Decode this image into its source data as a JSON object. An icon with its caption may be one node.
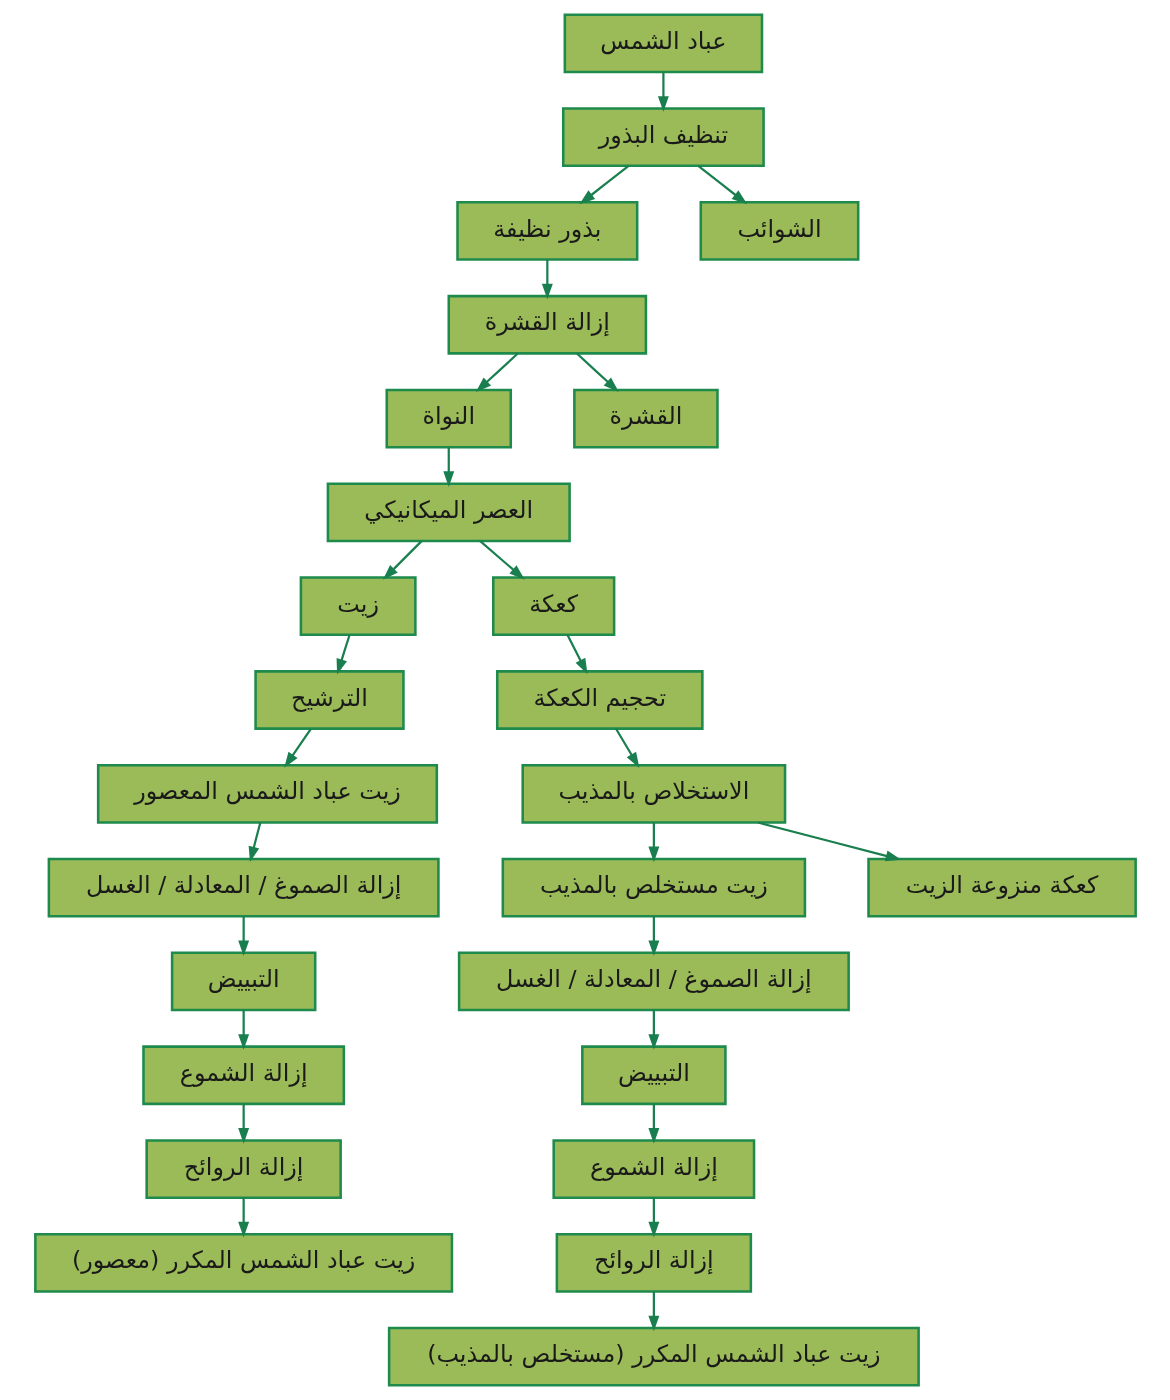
{
  "diagram": {
    "nodes": [
      {
        "text": [
          "عباد الشمس"
        ]
      },
      {
        "text": [
          "تنظيف البذور"
        ]
      },
      {
        "text": [
          "بذور نظيفة"
        ]
      },
      {
        "text": [
          "الشوائب"
        ]
      },
      {
        "text": [
          "إزالة القشرة"
        ]
      },
      {
        "text": [
          "النواة"
        ]
      },
      {
        "text": [
          "القشرة"
        ]
      },
      {
        "text": [
          "العصر الميكانيكي"
        ]
      },
      {
        "text": [
          "زيت"
        ]
      },
      {
        "text": [
          "كعكة"
        ]
      },
      {
        "text": [
          "الترشيح"
        ]
      },
      {
        "text": [
          "زيت عباد الشمس المعصور"
        ]
      },
      {
        "text": [
          "إزالة الصموغ / المعادلة / الغسل"
        ]
      },
      {
        "text": [
          "التبييض"
        ]
      },
      {
        "text": [
          "إزالة الشموع"
        ]
      },
      {
        "text": [
          "إزالة الروائح"
        ]
      },
      {
        "text": [
          "زيت عباد الشمس المكرر (معصور)"
        ]
      },
      {
        "text": [
          "تحجيم الكعكة"
        ]
      },
      {
        "text": [
          "الاستخلاص بالمذيب"
        ]
      },
      {
        "text": [
          "زيت مستخلص بالمذيب"
        ]
      },
      {
        "text": [
          "كعكة منزوعة الزيت"
        ]
      },
      {
        "text": [
          "إزالة الصموغ / المعادلة / الغسل"
        ]
      },
      {
        "text": [
          "التبييض"
        ]
      },
      {
        "text": [
          "إزالة الشموع"
        ]
      },
      {
        "text": [
          "إزالة الروائح"
        ]
      },
      {
        "text": [
          "زيت عباد الشمس المكرر (مستخلص بالمذيب)"
        ]
      }
    ],
    "edges": [
      {
        "from": 0,
        "to": 1,
        "arrow": "to"
      },
      {
        "from": 1,
        "to": 2,
        "arrow": "to"
      },
      {
        "from": 1,
        "to": 3,
        "arrow": "to"
      },
      {
        "from": 2,
        "to": 4,
        "arrow": "to"
      },
      {
        "from": 4,
        "to": 5,
        "arrow": "to"
      },
      {
        "from": 4,
        "to": 6,
        "arrow": "to"
      },
      {
        "from": 5,
        "to": 7,
        "arrow": "to"
      },
      {
        "from": 7,
        "to": 8,
        "arrow": "to"
      },
      {
        "from": 7,
        "to": 9,
        "arrow": "to"
      },
      {
        "from": 8,
        "to": 10,
        "arrow": "to"
      },
      {
        "from": 10,
        "to": 11,
        "arrow": "to"
      },
      {
        "from": 11,
        "to": 12,
        "arrow": "to"
      },
      {
        "from": 12,
        "to": 13,
        "arrow": "to"
      },
      {
        "from": 13,
        "to": 14,
        "arrow": "to"
      },
      {
        "from": 14,
        "to": 15,
        "arrow": "to"
      },
      {
        "from": 15,
        "to": 16,
        "arrow": "to"
      },
      {
        "from": 9,
        "to": 17,
        "arrow": "to"
      },
      {
        "from": 17,
        "to": 18,
        "arrow": "to"
      },
      {
        "from": 18,
        "to": 19,
        "arrow": "to"
      },
      {
        "from": 18,
        "to": 20,
        "arrow": "to"
      },
      {
        "from": 19,
        "to": 21,
        "arrow": "to"
      },
      {
        "from": 21,
        "to": 22,
        "arrow": "to"
      },
      {
        "from": 22,
        "to": 23,
        "arrow": "to"
      },
      {
        "from": 23,
        "to": 24,
        "arrow": "to"
      },
      {
        "from": 24,
        "to": 25,
        "arrow": "to"
      }
    ]
  }
}
